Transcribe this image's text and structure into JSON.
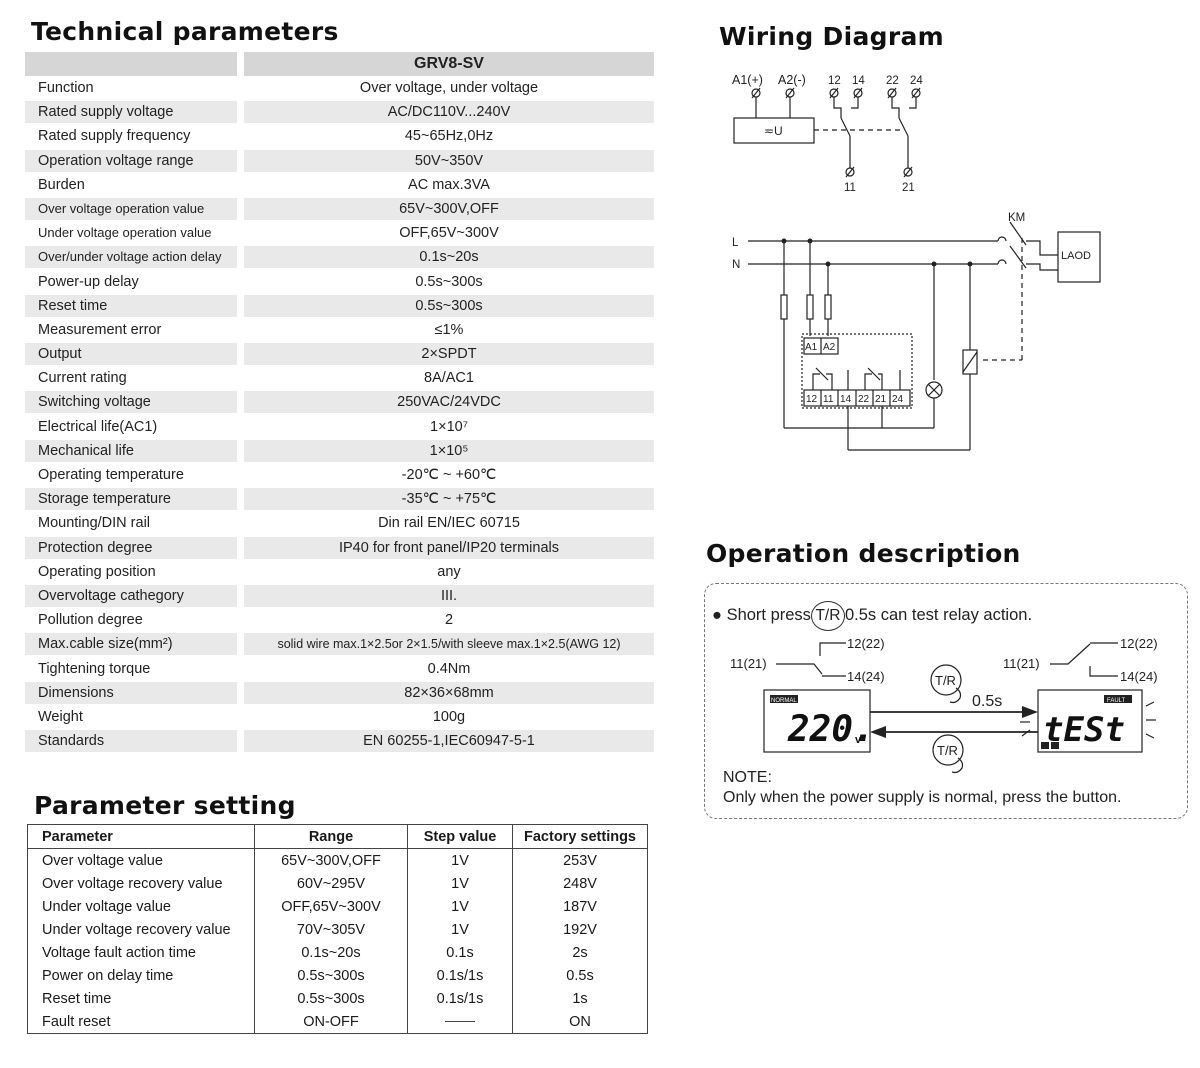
{
  "tech": {
    "title": "Technical parameters",
    "model": "GRV8-SV",
    "rows": [
      {
        "k": "Function",
        "v": "Over voltage, under voltage"
      },
      {
        "k": "Rated supply voltage",
        "v": "AC/DC110V...240V"
      },
      {
        "k": "Rated supply frequency",
        "v": "45~65Hz,0Hz"
      },
      {
        "k": "Operation voltage range",
        "v": "50V~350V"
      },
      {
        "k": "Burden",
        "v": "AC max.3VA"
      },
      {
        "k": "Over voltage operation value",
        "v": "65V~300V,OFF"
      },
      {
        "k": "Under voltage operation value",
        "v": "OFF,65V~300V"
      },
      {
        "k": "Over/under voltage action delay",
        "v": "0.1s~20s"
      },
      {
        "k": "Power-up delay",
        "v": "0.5s~300s"
      },
      {
        "k": "Reset time",
        "v": "0.5s~300s"
      },
      {
        "k": "Measurement error",
        "v": "≤1%"
      },
      {
        "k": "Output",
        "v": "2×SPDT"
      },
      {
        "k": "Current rating",
        "v": "8A/AC1"
      },
      {
        "k": "Switching voltage",
        "v": "250VAC/24VDC"
      },
      {
        "k": "Electrical life(AC1)",
        "v": "1×10⁷"
      },
      {
        "k": "Mechanical life",
        "v": "1×10⁵"
      },
      {
        "k": "Operating temperature",
        "v": "-20℃ ~ +60℃"
      },
      {
        "k": "Storage temperature",
        "v": "-35℃ ~ +75℃"
      },
      {
        "k": "Mounting/DIN rail",
        "v": "Din rail EN/IEC 60715"
      },
      {
        "k": "Protection degree",
        "v": "IP40 for front panel/IP20 terminals"
      },
      {
        "k": "Operating position",
        "v": "any"
      },
      {
        "k": "Overvoltage cathegory",
        "v": "III."
      },
      {
        "k": "Pollution degree",
        "v": "2"
      },
      {
        "k": "Max.cable size(mm²)",
        "v": "solid wire max.1×2.5or 2×1.5/with sleeve max.1×2.5(AWG 12)"
      },
      {
        "k": "Tightening torque",
        "v": "0.4Nm"
      },
      {
        "k": "Dimensions",
        "v": "82×36×68mm"
      },
      {
        "k": "Weight",
        "v": "100g"
      },
      {
        "k": "Standards",
        "v": "EN 60255-1,IEC60947-5-1"
      }
    ]
  },
  "params": {
    "title": "Parameter setting",
    "headers": [
      "Parameter",
      "Range",
      "Step value",
      "Factory settings"
    ],
    "rows": [
      [
        "Over voltage value",
        "65V~300V,OFF",
        "1V",
        "253V"
      ],
      [
        "Over voltage recovery  value",
        "60V~295V",
        "1V",
        "248V"
      ],
      [
        "Under voltage value",
        "OFF,65V~300V",
        "1V",
        "187V"
      ],
      [
        "Under voltage recovery value",
        "70V~305V",
        "1V",
        "192V"
      ],
      [
        "Voltage fault action time",
        "0.1s~20s",
        "0.1s",
        "2s"
      ],
      [
        "Power on delay time",
        "0.5s~300s",
        "0.1s/1s",
        "0.5s"
      ],
      [
        "Reset time",
        "0.5s~300s",
        "0.1s/1s",
        "1s"
      ],
      [
        "Fault reset",
        "ON-OFF",
        "",
        "ON"
      ]
    ]
  },
  "wiring": {
    "title": "Wiring Diagram",
    "a1": "A1(+)",
    "a2": "A2(-)",
    "t12": "12",
    "t14": "14",
    "t22": "22",
    "t24": "24",
    "t11": "11",
    "t21": "21",
    "u": "≂U",
    "km": "KM",
    "l": "L",
    "n": "N",
    "load": "LAOD",
    "a1b": "A1",
    "a2b": "A2",
    "blabels": [
      "12",
      "11",
      "14",
      "22",
      "21",
      "24"
    ]
  },
  "operation": {
    "title": "Operation description",
    "bullet_pre": "Short press",
    "button": "T/R",
    "bullet_post": "0.5s can test relay action.",
    "l11": "11(21)",
    "l12": "12(22)",
    "l14": "14(24)",
    "r11": "11(21)",
    "r12": "12(22)",
    "r14": "14(24)",
    "tr1": "T/R",
    "tr2": "T/R",
    "delay": "0.5s",
    "normal": "NORMAL",
    "fault": "FAULT",
    "lcd_left": "220.",
    "lcd_left_unit": "v",
    "lcd_right": "tESt",
    "note_label": "NOTE:",
    "note_text": "Only when the power supply is normal, press the button."
  }
}
